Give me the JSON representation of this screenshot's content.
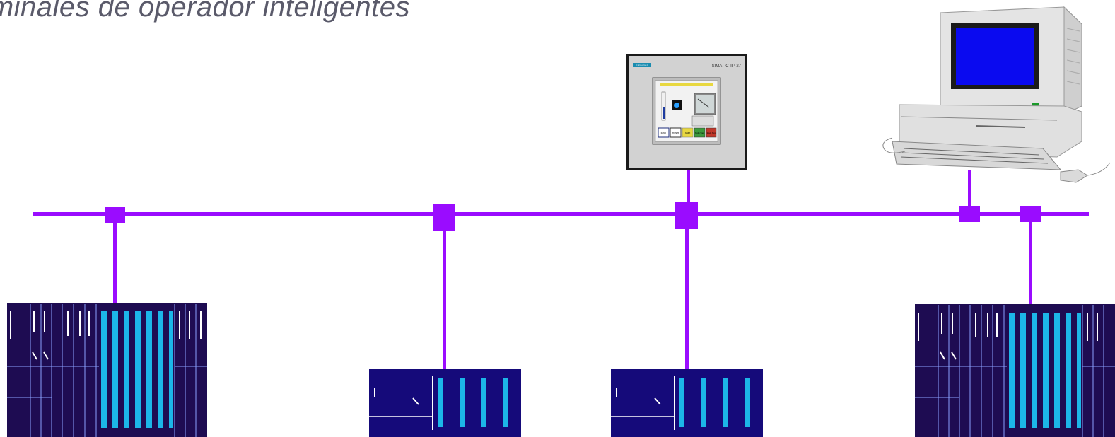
{
  "title": "rminales de operador inteligentes",
  "colors": {
    "bus": "#9a0cff",
    "rack_dark": "#1e0c52",
    "rack_navy": "#150a7a",
    "module_cyan": "#1cb6e8",
    "panel_gray": "#d2d2d2",
    "monitor_screen": "#0a0af0"
  },
  "hmi_panel": {
    "brand": "SIEMENS",
    "model": "SIMATIC TP 27",
    "buttons": [
      "EXIT",
      "Reset",
      "Start",
      "Mode Start",
      "Mode Stop"
    ]
  },
  "icons": [
    "operator-panel-icon",
    "pc-workstation-icon",
    "plc-rack-icon"
  ]
}
